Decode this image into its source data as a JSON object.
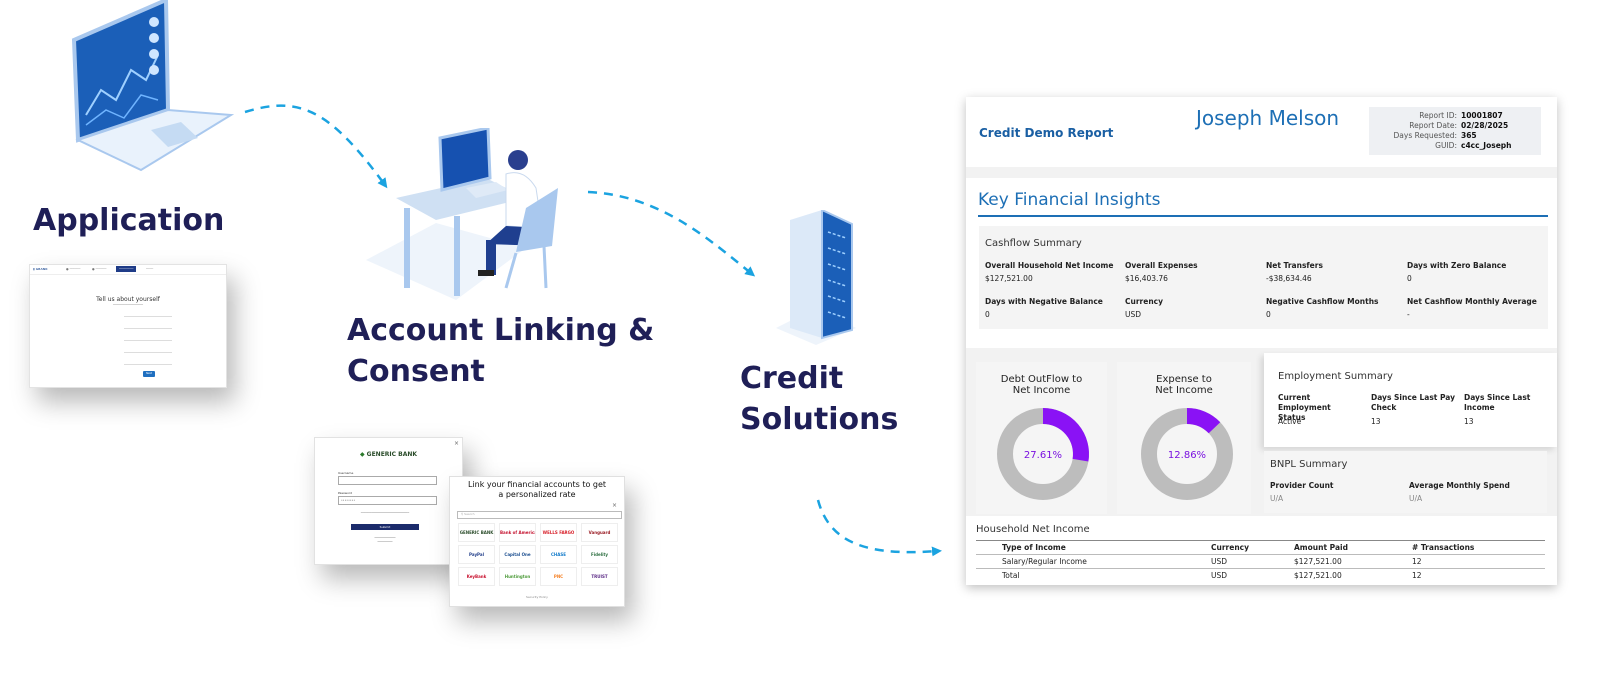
{
  "stages": {
    "application": "Application",
    "linking_line1": "Account Linking &",
    "linking_line2": "Consent",
    "credit_line1": "Credit",
    "credit_line2": "Solutions"
  },
  "colors": {
    "stage_title": "#1f1f57",
    "arrow": "#1ba3e0",
    "report_blue": "#1d6fb5",
    "donut_purple": "#8a12f5",
    "donut_gray": "#bdbdbd"
  },
  "application_form": {
    "title": "Tell us about yourself",
    "submit": "Next"
  },
  "bank_login": {
    "bank_name": "GENERIC BANK",
    "username_label": "Username",
    "password_label": "Password",
    "password_value": "••••••••",
    "submit": "Submit"
  },
  "link_accounts": {
    "title_line1": "Link your financial accounts to get",
    "title_line2": "a personalized rate",
    "search_placeholder": "Search",
    "banks": [
      "GENERIC BANK",
      "Bank of America",
      "WELLS FARGO",
      "Vanguard",
      "PayPal",
      "Capital One",
      "CHASE",
      "Fidelity",
      "KeyBank",
      "Huntington",
      "PNC",
      "TRUIST"
    ],
    "footer": "Security Policy"
  },
  "report": {
    "title": "Credit Demo Report",
    "name": "Joseph Melson",
    "meta": [
      {
        "label": "Report ID:",
        "value": "10001807"
      },
      {
        "label": "Report Date:",
        "value": "02/28/2025"
      },
      {
        "label": "Days Requested:",
        "value": "365"
      },
      {
        "label": "GUID:",
        "value": "c4cc_Joseph"
      }
    ],
    "insights_title": "Key Financial Insights",
    "cashflow": {
      "title": "Cashflow Summary",
      "items": [
        {
          "label": "Overall Household Net Income",
          "value": "$127,521.00"
        },
        {
          "label": "Overall Expenses",
          "value": "$16,403.76"
        },
        {
          "label": "Net Transfers",
          "value": "-$38,634.46"
        },
        {
          "label": "Days with Zero Balance",
          "value": "0"
        },
        {
          "label": "Days with Negative Balance",
          "value": "0"
        },
        {
          "label": "Currency",
          "value": "USD"
        },
        {
          "label": "Negative Cashflow Months",
          "value": "0"
        },
        {
          "label": "Net Cashflow Monthly Average",
          "value": "-"
        }
      ]
    },
    "donuts": [
      {
        "title_line1": "Debt OutFlow to",
        "title_line2": "Net Income",
        "value_label": "27.61%",
        "fraction": 0.2761
      },
      {
        "title_line1": "Expense to",
        "title_line2": "Net Income",
        "value_label": "12.86%",
        "fraction": 0.1286
      }
    ],
    "employment": {
      "title": "Employment Summary",
      "items": [
        {
          "label": "Current Employment Status",
          "value": "Active"
        },
        {
          "label": "Days Since Last Pay Check",
          "value": "13"
        },
        {
          "label": "Days Since Last Income",
          "value": "13"
        }
      ]
    },
    "bnpl": {
      "title": "BNPL Summary",
      "items": [
        {
          "label": "Provider Count",
          "value": "U/A"
        },
        {
          "label": "Average Monthly Spend",
          "value": "U/A"
        }
      ]
    },
    "household": {
      "title": "Household Net Income",
      "columns": [
        "Type of Income",
        "Currency",
        "Amount Paid",
        "# Transactions"
      ],
      "rows": [
        [
          "Salary/Regular Income",
          "USD",
          "$127,521.00",
          "12"
        ],
        [
          "Total",
          "USD",
          "$127,521.00",
          "12"
        ]
      ]
    }
  }
}
